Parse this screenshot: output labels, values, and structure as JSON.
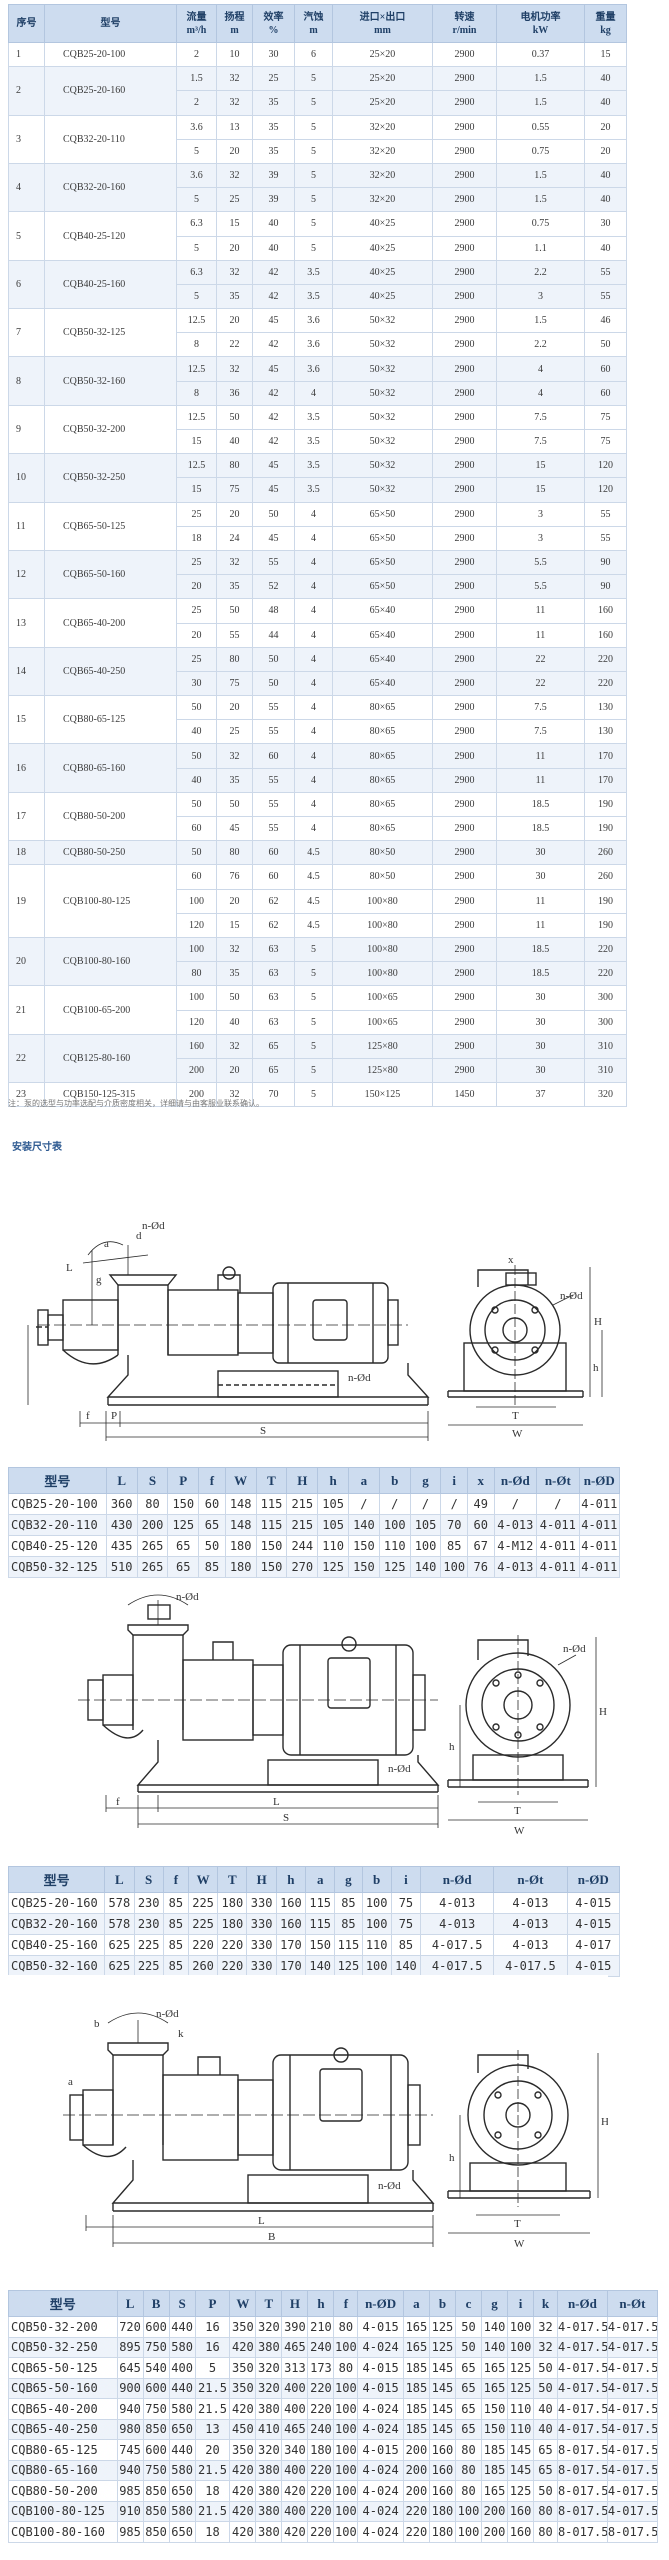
{
  "perf": {
    "headers": [
      {
        "a": "序号",
        "b": ""
      },
      {
        "a": "型号",
        "b": ""
      },
      {
        "a": "流量",
        "b": "m³/h"
      },
      {
        "a": "扬程",
        "b": "m"
      },
      {
        "a": "效率",
        "b": "%"
      },
      {
        "a": "汽蚀",
        "b": "m"
      },
      {
        "a": "进口×出口",
        "b": "mm"
      },
      {
        "a": "转速",
        "b": "r/min"
      },
      {
        "a": "电机功率",
        "b": "kW"
      },
      {
        "a": "重量",
        "b": "kg"
      }
    ],
    "groups": [
      {
        "no": "1",
        "model": "CQB25-20-100",
        "rows": [
          [
            "2",
            "10",
            "30",
            "6",
            "25×20",
            "2900",
            "0.37",
            "15"
          ]
        ]
      },
      {
        "no": "2",
        "model": "CQB25-20-160",
        "rows": [
          [
            "1.5",
            "32",
            "25",
            "5",
            "25×20",
            "2900",
            "1.5",
            "40"
          ],
          [
            "2",
            "32",
            "35",
            "5",
            "25×20",
            "2900",
            "1.5",
            "40"
          ]
        ]
      },
      {
        "no": "3",
        "model": "CQB32-20-110",
        "rows": [
          [
            "3.6",
            "13",
            "35",
            "5",
            "32×20",
            "2900",
            "0.55",
            "20"
          ],
          [
            "5",
            "20",
            "35",
            "5",
            "32×20",
            "2900",
            "0.75",
            "20"
          ]
        ]
      },
      {
        "no": "4",
        "model": "CQB32-20-160",
        "rows": [
          [
            "3.6",
            "32",
            "39",
            "5",
            "32×20",
            "2900",
            "1.5",
            "40"
          ],
          [
            "5",
            "25",
            "39",
            "5",
            "32×20",
            "2900",
            "1.5",
            "40"
          ]
        ]
      },
      {
        "no": "5",
        "model": "CQB40-25-120",
        "rows": [
          [
            "6.3",
            "15",
            "40",
            "5",
            "40×25",
            "2900",
            "0.75",
            "30"
          ],
          [
            "5",
            "20",
            "40",
            "5",
            "40×25",
            "2900",
            "1.1",
            "40"
          ]
        ]
      },
      {
        "no": "6",
        "model": "CQB40-25-160",
        "rows": [
          [
            "6.3",
            "32",
            "42",
            "3.5",
            "40×25",
            "2900",
            "2.2",
            "55"
          ],
          [
            "5",
            "35",
            "42",
            "3.5",
            "40×25",
            "2900",
            "3",
            "55"
          ]
        ]
      },
      {
        "no": "7",
        "model": "CQB50-32-125",
        "rows": [
          [
            "12.5",
            "20",
            "45",
            "3.6",
            "50×32",
            "2900",
            "1.5",
            "46"
          ],
          [
            "8",
            "22",
            "42",
            "3.6",
            "50×32",
            "2900",
            "2.2",
            "50"
          ]
        ]
      },
      {
        "no": "8",
        "model": "CQB50-32-160",
        "rows": [
          [
            "12.5",
            "32",
            "45",
            "3.6",
            "50×32",
            "2900",
            "4",
            "60"
          ],
          [
            "8",
            "36",
            "42",
            "4",
            "50×32",
            "2900",
            "4",
            "60"
          ]
        ]
      },
      {
        "no": "9",
        "model": "CQB50-32-200",
        "rows": [
          [
            "12.5",
            "50",
            "42",
            "3.5",
            "50×32",
            "2900",
            "7.5",
            "75"
          ],
          [
            "15",
            "40",
            "42",
            "3.5",
            "50×32",
            "2900",
            "7.5",
            "75"
          ]
        ]
      },
      {
        "no": "10",
        "model": "CQB50-32-250",
        "rows": [
          [
            "12.5",
            "80",
            "45",
            "3.5",
            "50×32",
            "2900",
            "15",
            "120"
          ],
          [
            "15",
            "75",
            "45",
            "3.5",
            "50×32",
            "2900",
            "15",
            "120"
          ]
        ]
      },
      {
        "no": "11",
        "model": "CQB65-50-125",
        "rows": [
          [
            "25",
            "20",
            "50",
            "4",
            "65×50",
            "2900",
            "3",
            "55"
          ],
          [
            "18",
            "24",
            "45",
            "4",
            "65×50",
            "2900",
            "3",
            "55"
          ]
        ]
      },
      {
        "no": "12",
        "model": "CQB65-50-160",
        "rows": [
          [
            "25",
            "32",
            "55",
            "4",
            "65×50",
            "2900",
            "5.5",
            "90"
          ],
          [
            "20",
            "35",
            "52",
            "4",
            "65×50",
            "2900",
            "5.5",
            "90"
          ]
        ]
      },
      {
        "no": "13",
        "model": "CQB65-40-200",
        "rows": [
          [
            "25",
            "50",
            "48",
            "4",
            "65×40",
            "2900",
            "11",
            "160"
          ],
          [
            "20",
            "55",
            "44",
            "4",
            "65×40",
            "2900",
            "11",
            "160"
          ]
        ]
      },
      {
        "no": "14",
        "model": "CQB65-40-250",
        "rows": [
          [
            "25",
            "80",
            "50",
            "4",
            "65×40",
            "2900",
            "22",
            "220"
          ],
          [
            "30",
            "75",
            "50",
            "4",
            "65×40",
            "2900",
            "22",
            "220"
          ]
        ]
      },
      {
        "no": "15",
        "model": "CQB80-65-125",
        "rows": [
          [
            "50",
            "20",
            "55",
            "4",
            "80×65",
            "2900",
            "7.5",
            "130"
          ],
          [
            "40",
            "25",
            "55",
            "4",
            "80×65",
            "2900",
            "7.5",
            "130"
          ]
        ]
      },
      {
        "no": "16",
        "model": "CQB80-65-160",
        "rows": [
          [
            "50",
            "32",
            "60",
            "4",
            "80×65",
            "2900",
            "11",
            "170"
          ],
          [
            "40",
            "35",
            "55",
            "4",
            "80×65",
            "2900",
            "11",
            "170"
          ]
        ]
      },
      {
        "no": "17",
        "model": "CQB80-50-200",
        "rows": [
          [
            "50",
            "50",
            "55",
            "4",
            "80×65",
            "2900",
            "18.5",
            "190"
          ],
          [
            "60",
            "45",
            "55",
            "4",
            "80×65",
            "2900",
            "18.5",
            "190"
          ]
        ]
      },
      {
        "no": "18",
        "model": "CQB80-50-250",
        "rows": [
          [
            "50",
            "80",
            "60",
            "4.5",
            "80×50",
            "2900",
            "30",
            "260"
          ]
        ]
      },
      {
        "no": "19",
        "model": "CQB100-80-125",
        "rows": [
          [
            "60",
            "76",
            "60",
            "4.5",
            "80×50",
            "2900",
            "30",
            "260"
          ],
          [
            "100",
            "20",
            "62",
            "4.5",
            "100×80",
            "2900",
            "11",
            "190"
          ],
          [
            "120",
            "15",
            "62",
            "4.5",
            "100×80",
            "2900",
            "11",
            "190"
          ]
        ]
      },
      {
        "no": "20",
        "model": "CQB100-80-160",
        "rows": [
          [
            "100",
            "32",
            "63",
            "5",
            "100×80",
            "2900",
            "18.5",
            "220"
          ],
          [
            "80",
            "35",
            "63",
            "5",
            "100×80",
            "2900",
            "18.5",
            "220"
          ]
        ]
      },
      {
        "no": "21",
        "model": "CQB100-65-200",
        "rows": [
          [
            "100",
            "50",
            "63",
            "5",
            "100×65",
            "2900",
            "30",
            "300"
          ],
          [
            "120",
            "40",
            "63",
            "5",
            "100×65",
            "2900",
            "30",
            "300"
          ]
        ]
      },
      {
        "no": "22",
        "model": "CQB125-80-160",
        "rows": [
          [
            "160",
            "32",
            "65",
            "5",
            "125×80",
            "2900",
            "30",
            "310"
          ],
          [
            "200",
            "20",
            "65",
            "5",
            "125×80",
            "2900",
            "30",
            "310"
          ]
        ]
      },
      {
        "no": "23",
        "model": "CQB150-125-315",
        "rows": [
          [
            "200",
            "32",
            "70",
            "5",
            "150×125",
            "1450",
            "37",
            "320"
          ]
        ]
      }
    ]
  },
  "note": "注：泵的选型与功率选配与介质密度相关，详细请与由客服业联系确认。",
  "install_title": "安装尺寸表",
  "drawings": {
    "d1": [
      "a",
      "L",
      "d",
      "g",
      "f",
      "P",
      "S",
      "n-Ød",
      "n-Ød",
      "x",
      "H",
      "h",
      "T",
      "W",
      "n-Ød"
    ],
    "d2": [
      "n-Ød",
      "L",
      "S",
      "f",
      "n-Ød",
      "n-Ød",
      "H",
      "h",
      "T",
      "W"
    ],
    "d3": [
      "n-Ød",
      "b",
      "k",
      "a",
      "L",
      "B",
      "n-Ød",
      "H",
      "h",
      "T",
      "W"
    ]
  },
  "dim_tables": [
    {
      "headers": [
        "型号",
        "L",
        "S",
        "P",
        "f",
        "W",
        "T",
        "H",
        "h",
        "a",
        "b",
        "g",
        "i",
        "x",
        "n-Ød",
        "n-Øt",
        "n-ØD"
      ],
      "rows": [
        [
          "CQB25-20-100",
          "360",
          "80",
          "150",
          "60",
          "148",
          "115",
          "215",
          "105",
          "/",
          "/",
          "/",
          "/",
          "49",
          "/",
          "/",
          "4-011"
        ],
        [
          "CQB32-20-110",
          "430",
          "200",
          "125",
          "65",
          "148",
          "115",
          "215",
          "105",
          "140",
          "100",
          "105",
          "70",
          "60",
          "4-013",
          "4-011",
          "4-011"
        ],
        [
          "CQB40-25-120",
          "435",
          "265",
          "65",
          "50",
          "180",
          "150",
          "244",
          "110",
          "150",
          "110",
          "100",
          "85",
          "67",
          "4-M12",
          "4-011",
          "4-011"
        ],
        [
          "CQB50-32-125",
          "510",
          "265",
          "65",
          "85",
          "180",
          "150",
          "270",
          "125",
          "150",
          "125",
          "140",
          "100",
          "76",
          "4-013",
          "4-011",
          "4-011"
        ]
      ]
    },
    {
      "headers": [
        "型号",
        "L",
        "S",
        "f",
        "W",
        "T",
        "H",
        "h",
        "a",
        "g",
        "b",
        "i",
        "n-Ød",
        "n-Øt",
        "n-ØD"
      ],
      "rows": [
        [
          "CQB25-20-160",
          "578",
          "230",
          "85",
          "225",
          "180",
          "330",
          "160",
          "115",
          "85",
          "100",
          "75",
          "4-013",
          "4-013",
          "4-015"
        ],
        [
          "CQB32-20-160",
          "578",
          "230",
          "85",
          "225",
          "180",
          "330",
          "160",
          "115",
          "85",
          "100",
          "75",
          "4-013",
          "4-013",
          "4-015"
        ],
        [
          "CQB40-25-160",
          "625",
          "225",
          "85",
          "220",
          "220",
          "330",
          "170",
          "150",
          "115",
          "110",
          "85",
          "4-017.5",
          "4-013",
          "4-017"
        ],
        [
          "CQB50-32-160",
          "625",
          "225",
          "85",
          "260",
          "220",
          "330",
          "170",
          "140",
          "125",
          "100",
          "140",
          "4-017.5",
          "4-017.5",
          "4-015"
        ]
      ]
    },
    {
      "headers": [
        "型号",
        "L",
        "B",
        "S",
        "P",
        "W",
        "T",
        "H",
        "h",
        "f",
        "n-ØD",
        "a",
        "b",
        "c",
        "g",
        "i",
        "k",
        "n-Ød",
        "n-Øt"
      ],
      "rows": [
        [
          "CQB50-32-200",
          "720",
          "600",
          "440",
          "16",
          "350",
          "320",
          "390",
          "210",
          "80",
          "4-015",
          "165",
          "125",
          "50",
          "140",
          "100",
          "32",
          "4-017.5",
          "4-017.5"
        ],
        [
          "CQB50-32-250",
          "895",
          "750",
          "580",
          "16",
          "420",
          "380",
          "465",
          "240",
          "100",
          "4-024",
          "165",
          "125",
          "50",
          "140",
          "100",
          "32",
          "4-017.5",
          "4-017.5"
        ],
        [
          "CQB65-50-125",
          "645",
          "540",
          "400",
          "5",
          "350",
          "320",
          "313",
          "173",
          "80",
          "4-015",
          "185",
          "145",
          "65",
          "165",
          "125",
          "50",
          "4-017.5",
          "4-017.5"
        ],
        [
          "CQB65-50-160",
          "900",
          "600",
          "440",
          "21.5",
          "350",
          "320",
          "400",
          "220",
          "100",
          "4-015",
          "185",
          "145",
          "65",
          "165",
          "125",
          "50",
          "4-017.5",
          "4-017.5"
        ],
        [
          "CQB65-40-200",
          "940",
          "750",
          "580",
          "21.5",
          "420",
          "380",
          "400",
          "220",
          "100",
          "4-024",
          "185",
          "145",
          "65",
          "150",
          "110",
          "40",
          "4-017.5",
          "4-017.5"
        ],
        [
          "CQB65-40-250",
          "980",
          "850",
          "650",
          "13",
          "450",
          "410",
          "465",
          "240",
          "100",
          "4-024",
          "185",
          "145",
          "65",
          "150",
          "110",
          "40",
          "4-017.5",
          "4-017.5"
        ],
        [
          "CQB80-65-125",
          "745",
          "600",
          "440",
          "20",
          "350",
          "320",
          "340",
          "180",
          "100",
          "4-015",
          "200",
          "160",
          "80",
          "185",
          "145",
          "65",
          "8-017.5",
          "4-017.5"
        ],
        [
          "CQB80-65-160",
          "940",
          "750",
          "580",
          "21.5",
          "420",
          "380",
          "400",
          "220",
          "100",
          "4-024",
          "200",
          "160",
          "80",
          "185",
          "145",
          "65",
          "8-017.5",
          "4-017.5"
        ],
        [
          "CQB80-50-200",
          "985",
          "850",
          "650",
          "18",
          "420",
          "380",
          "420",
          "220",
          "100",
          "4-024",
          "200",
          "160",
          "80",
          "165",
          "125",
          "50",
          "8-017.5",
          "4-017.5"
        ],
        [
          "CQB100-80-125",
          "910",
          "850",
          "580",
          "21.5",
          "420",
          "380",
          "400",
          "220",
          "100",
          "4-024",
          "220",
          "180",
          "100",
          "200",
          "160",
          "80",
          "8-017.5",
          "4-017.5"
        ],
        [
          "CQB100-80-160",
          "985",
          "850",
          "650",
          "18",
          "420",
          "380",
          "420",
          "220",
          "100",
          "4-024",
          "220",
          "180",
          "100",
          "200",
          "160",
          "80",
          "8-017.5",
          "8-017.5"
        ]
      ]
    }
  ]
}
